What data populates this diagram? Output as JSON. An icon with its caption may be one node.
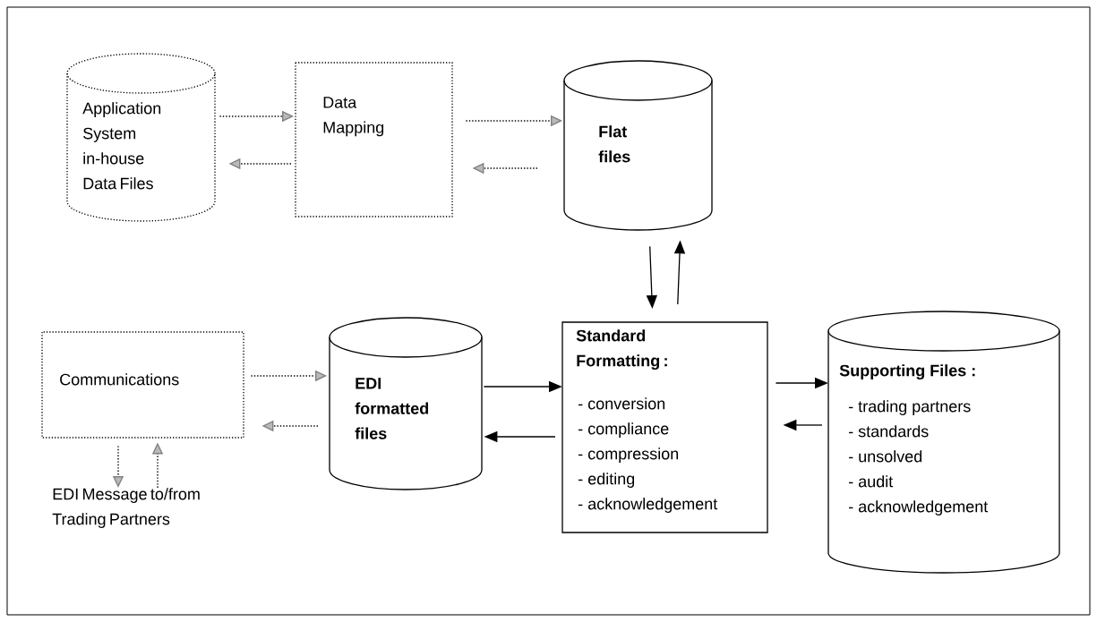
{
  "diagram": {
    "nodes": [
      {
        "text": [
          "Application System in-house Data Files"
        ]
      },
      {
        "text": [
          "Data Mapping"
        ]
      },
      {
        "text": [
          "Flat files"
        ]
      },
      {
        "text": [
          "Communications"
        ]
      },
      {
        "text": [
          "EDI formatted files"
        ]
      },
      {
        "text": [
          "Standard Formatting :",
          "- conversion",
          "- compliance",
          "- compression",
          "- editing",
          "- acknowledgement"
        ]
      },
      {
        "text": [
          "Supporting Files :",
          "- trading partners",
          "- standards",
          "- unsolved",
          "- audit",
          "- acknowledgement"
        ]
      },
      {
        "text": [
          "EDI Message to/from Trading Partners"
        ]
      }
    ],
    "edges": [
      {
        "from": 0,
        "to": 1,
        "arrow": "to",
        "style": "dashed"
      },
      {
        "from": 1,
        "to": 0,
        "arrow": "to",
        "style": "dashed"
      },
      {
        "from": 1,
        "to": 2,
        "arrow": "to",
        "style": "dashed"
      },
      {
        "from": 2,
        "to": 1,
        "arrow": "to",
        "style": "dashed"
      },
      {
        "from": 2,
        "to": 5,
        "arrow": "to"
      },
      {
        "from": 5,
        "to": 2,
        "arrow": "to"
      },
      {
        "from": 3,
        "to": 4,
        "arrow": "to",
        "style": "dashed"
      },
      {
        "from": 4,
        "to": 3,
        "arrow": "to",
        "style": "dashed"
      },
      {
        "from": 4,
        "to": 5,
        "arrow": "to"
      },
      {
        "from": 5,
        "to": 4,
        "arrow": "to"
      },
      {
        "from": 5,
        "to": 6,
        "arrow": "to"
      },
      {
        "from": 6,
        "to": 5,
        "arrow": "to"
      },
      {
        "from": 3,
        "to": 7,
        "arrow": "to",
        "style": "dashed"
      },
      {
        "from": 7,
        "to": 3,
        "arrow": "to",
        "style": "dashed"
      }
    ]
  }
}
